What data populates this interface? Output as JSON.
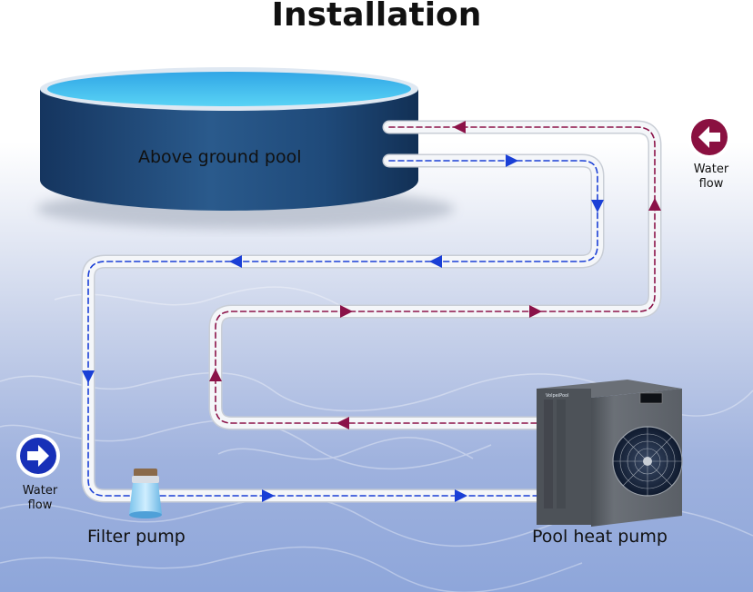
{
  "title": "Installation",
  "labels": {
    "pool": "Above ground pool",
    "filter_pump": "Filter pump",
    "heat_pump": "Pool heat pump",
    "water_flow_right": [
      "Water",
      "flow"
    ],
    "water_flow_left": [
      "Water",
      "flow"
    ],
    "heat_pump_brand": "VolpeiPool"
  },
  "icons": {
    "water_flow_right": "arrow-right-circle-icon",
    "water_flow_left": "arrow-left-circle-icon"
  },
  "colors": {
    "cold_flow": "#1a3fd6",
    "hot_flow": "#8b1248",
    "flow_icon_right": "#1730b8",
    "flow_icon_left": "#8a1040",
    "pipe": "#f2f4f7"
  }
}
